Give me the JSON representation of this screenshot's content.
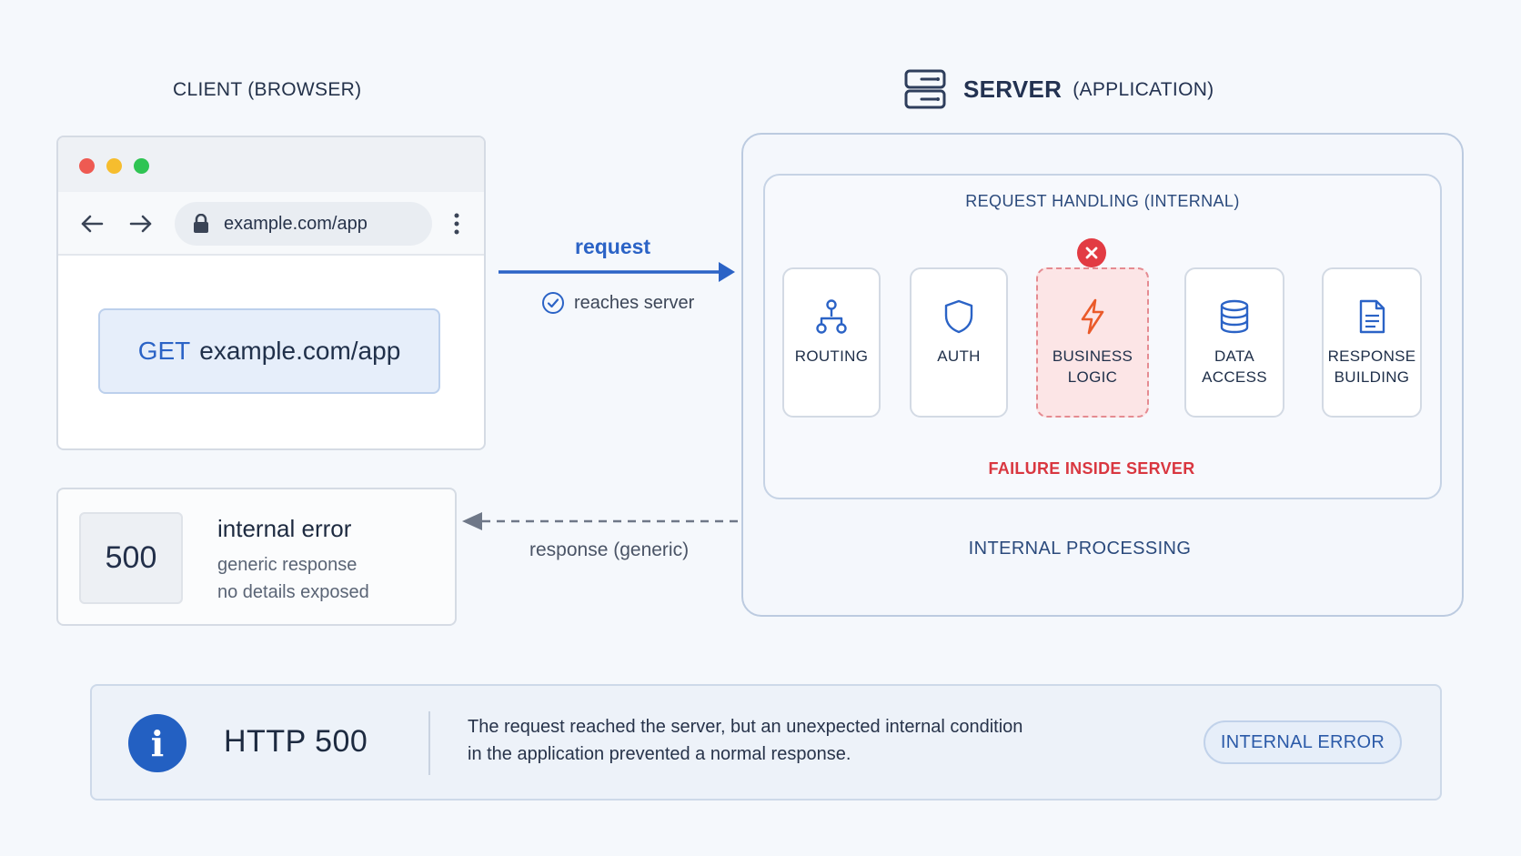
{
  "client": {
    "title": "CLIENT (BROWSER)"
  },
  "server": {
    "title": "SERVER",
    "subtitle": "(APPLICATION)"
  },
  "browser": {
    "url": "example.com/app",
    "request_method": "GET",
    "request_target": "example.com/app"
  },
  "request_arrow": {
    "label": "request",
    "status": "reaches server"
  },
  "response": {
    "code": "500",
    "title": "internal error",
    "line1": "generic response",
    "line2": "no details exposed",
    "arrow_label": "response (generic)"
  },
  "pipeline": {
    "title": "REQUEST HANDLING (INTERNAL)",
    "stages": [
      {
        "l1": "ROUTING",
        "l2": "",
        "icon": "routing-icon"
      },
      {
        "l1": "AUTH",
        "l2": "",
        "icon": "shield-icon"
      },
      {
        "l1": "BUSINESS",
        "l2": "LOGIC",
        "icon": "lightning-icon"
      },
      {
        "l1": "DATA",
        "l2": "ACCESS",
        "icon": "database-icon"
      },
      {
        "l1": "RESPONSE",
        "l2": "BUILDING",
        "icon": "document-icon"
      }
    ],
    "failure_label": "FAILURE INSIDE SERVER",
    "footer": "INTERNAL PROCESSING"
  },
  "info": {
    "code": "HTTP 500",
    "line1": "The request reached the server, but an unexpected internal condition",
    "line2": "in the application prevented a normal response.",
    "badge": "INTERNAL ERROR",
    "icon_glyph": "i"
  },
  "colors": {
    "accent_blue": "#2b63c6",
    "error_red": "#e23b43",
    "failure_fill": "#fce5e6",
    "background": "#f5f8fc"
  }
}
